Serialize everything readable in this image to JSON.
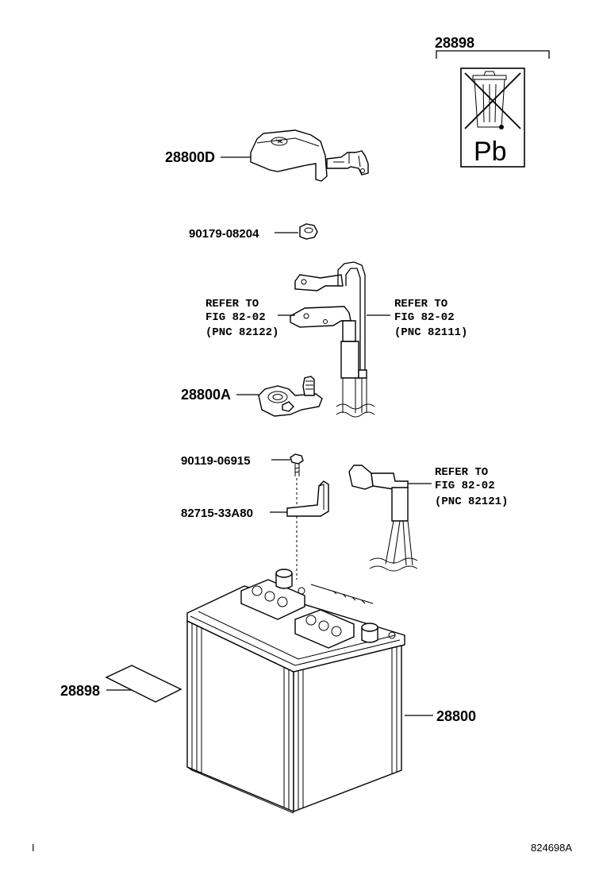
{
  "parts": {
    "label_top_right": "28898",
    "cover": "28800D",
    "nut": "90179-08204",
    "clamp": "28800A",
    "bolt": "90119-06915",
    "bracket": "82715-33A80",
    "sticker": "28898",
    "battery": "28800"
  },
  "pb_symbol": "Pb",
  "refer_left": {
    "line1": "REFER TO",
    "line2": "FIG 82-02",
    "line3": "(PNC 82122)"
  },
  "refer_right": {
    "line1": "REFER TO",
    "line2": "FIG 82-02",
    "line3": "(PNC 82111)"
  },
  "refer_lower": {
    "line1": "REFER TO",
    "line2": "FIG 82-02",
    "line3": "(PNC 82121)"
  },
  "footer": {
    "left_mark": "I",
    "diagram_id": "824698A"
  },
  "icons": [
    "recycling-bin-crossed-icon"
  ]
}
